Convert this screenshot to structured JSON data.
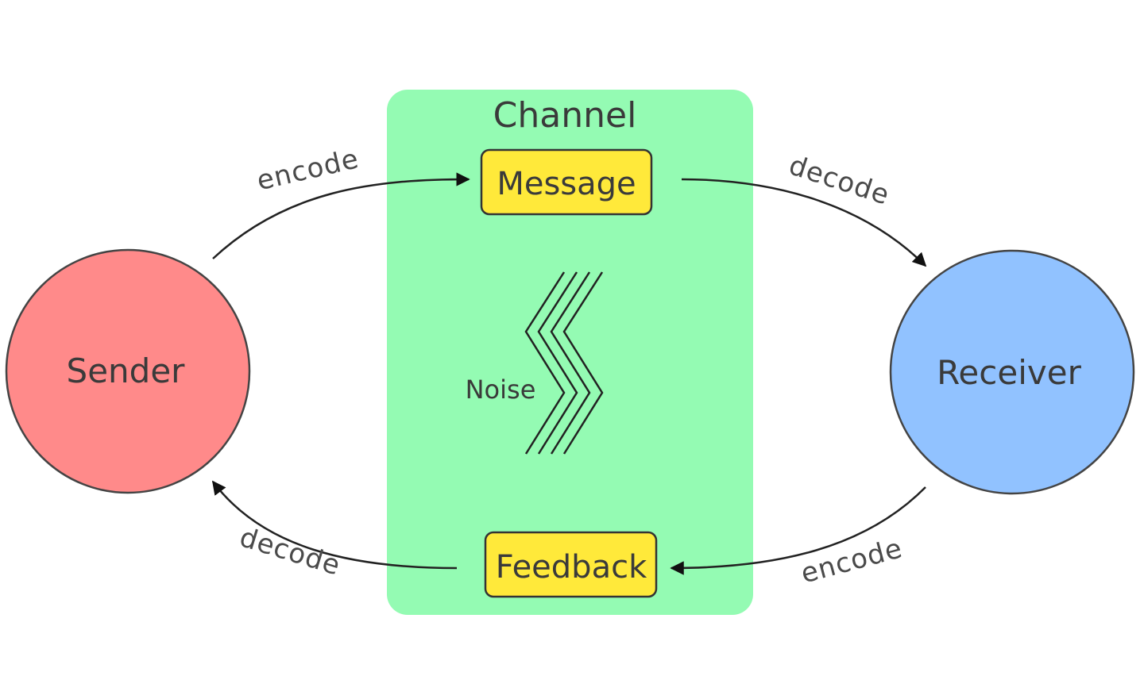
{
  "diagram": {
    "channel": {
      "title": "Channel",
      "fill": "#94fbb3"
    },
    "sender": {
      "label": "Sender",
      "fill": "#ff8a8a"
    },
    "receiver": {
      "label": "Receiver",
      "fill": "#91c2ff"
    },
    "message": {
      "label": "Message",
      "fill": "#ffe93a"
    },
    "feedback": {
      "label": "Feedback",
      "fill": "#ffe93a"
    },
    "noise": {
      "label": "Noise"
    },
    "edges": {
      "sender_to_message": "encode",
      "message_to_receiver": "decode",
      "receiver_to_feedback": "encode",
      "feedback_to_sender": "decode"
    }
  }
}
